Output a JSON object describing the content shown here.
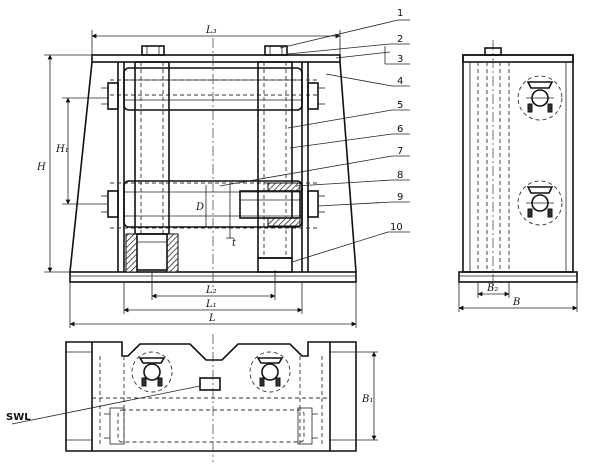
{
  "callouts": [
    "1",
    "2",
    "3",
    "4",
    "5",
    "6",
    "7",
    "8",
    "9",
    "10"
  ],
  "dimensions": {
    "L": "L",
    "L1": "L₁",
    "L2": "L₂",
    "L3": "L₃",
    "H": "H",
    "H1": "H₁",
    "D": "D",
    "t": "t",
    "B": "B",
    "B1": "B₁",
    "B2": "B₂"
  },
  "plan_label": "SWL"
}
